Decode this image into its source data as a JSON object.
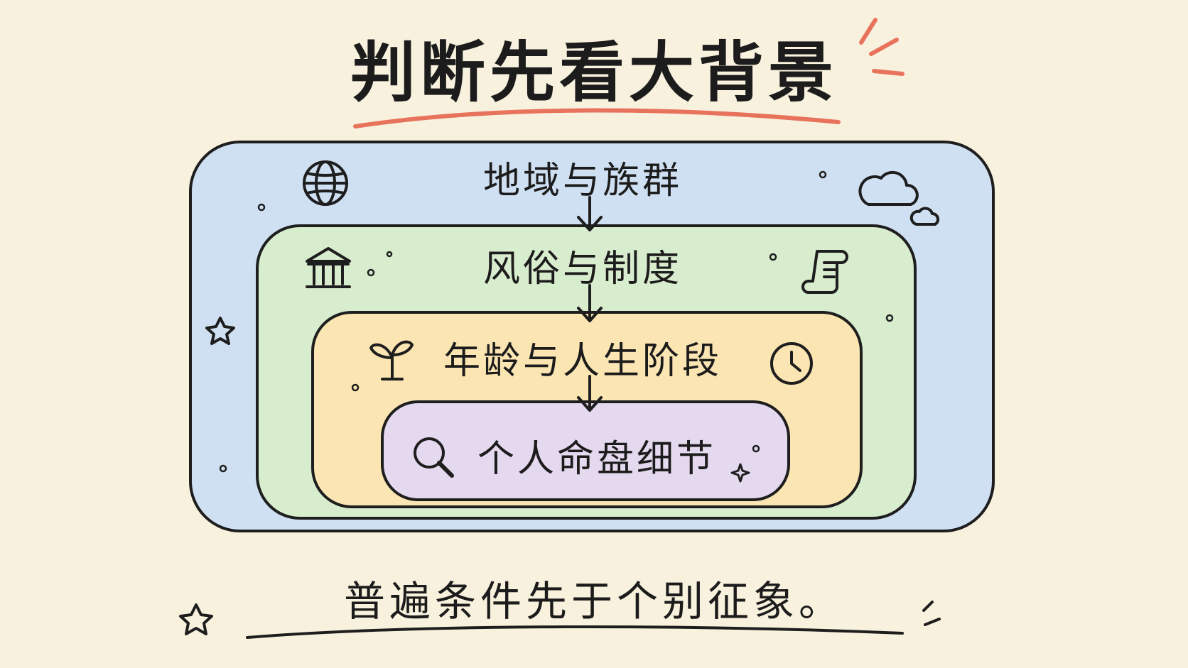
{
  "title": "判断先看大背景",
  "layers": [
    {
      "label": "地域与族群",
      "color": "#cfe0f2",
      "icon": "globe-icon"
    },
    {
      "label": "风俗与制度",
      "color": "#d8ecce",
      "icon": "temple-icon"
    },
    {
      "label": "年龄与人生阶段",
      "color": "#fbe5b2",
      "icon": "sprout-icon"
    },
    {
      "label": "个人命盘细节",
      "color": "#e4d9ee",
      "icon": "magnifier-icon"
    }
  ],
  "caption": "普遍条件先于个别征象。",
  "colors": {
    "background": "#f8f1dd",
    "accent": "#e8735c",
    "ink": "#1e1e1e"
  }
}
